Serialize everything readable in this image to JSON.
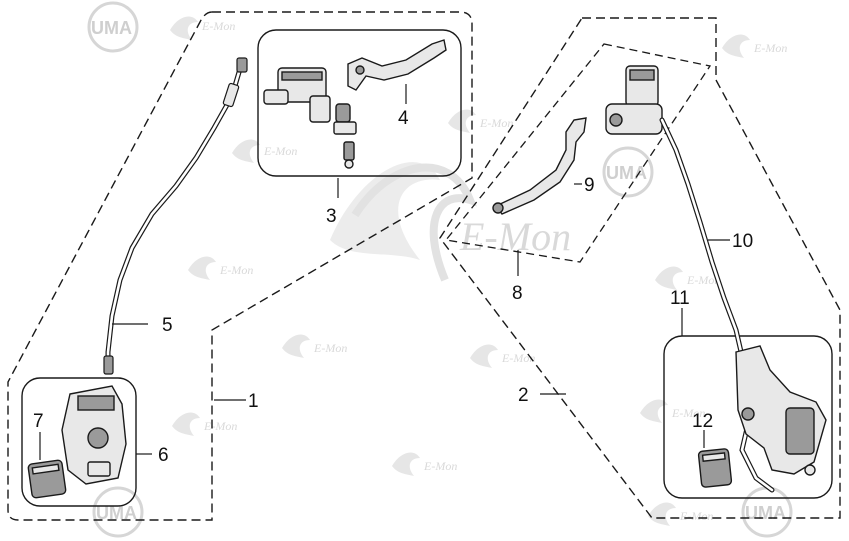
{
  "diagram": {
    "callouts": {
      "c1": "1",
      "c2": "2",
      "c3": "3",
      "c4": "4",
      "c5": "5",
      "c6": "6",
      "c7": "7",
      "c8": "8",
      "c9": "9",
      "c10": "10",
      "c11": "11",
      "c12": "12"
    },
    "watermarks": {
      "brand": "UMA",
      "signature": "E-Mon"
    },
    "colors": {
      "line": "#1a1a1a",
      "part_fill": "#e8e8e8",
      "part_dark": "#9a9a9a",
      "watermark": "#d9d9d9"
    }
  }
}
